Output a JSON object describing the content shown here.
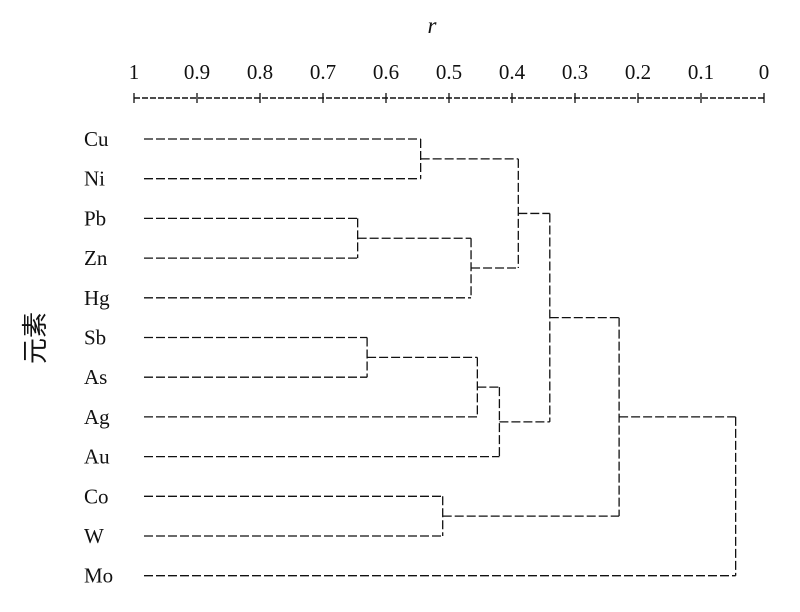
{
  "chart_data": {
    "type": "dendrogram",
    "xlabel": "r",
    "ylabel": "元素",
    "xlim": [
      1,
      0
    ],
    "x_ticks": [
      "1",
      "0.9",
      "0.8",
      "0.7",
      "0.6",
      "0.5",
      "0.4",
      "0.3",
      "0.2",
      "0.1",
      "0"
    ],
    "x_tick_values": [
      1,
      0.9,
      0.8,
      0.7,
      0.6,
      0.5,
      0.4,
      0.3,
      0.2,
      0.1,
      0
    ],
    "leaves": [
      "Cu",
      "Ni",
      "Pb",
      "Zn",
      "Hg",
      "Sb",
      "As",
      "Ag",
      "Au",
      "Co",
      "W",
      "Mo"
    ],
    "merges": [
      {
        "id": "C1",
        "children": [
          "Cu",
          "Ni"
        ],
        "r": 0.545
      },
      {
        "id": "C2",
        "children": [
          "Pb",
          "Zn"
        ],
        "r": 0.645
      },
      {
        "id": "C3",
        "children": [
          "C2",
          "Hg"
        ],
        "r": 0.465
      },
      {
        "id": "C4",
        "children": [
          "C1",
          "C3"
        ],
        "r": 0.39
      },
      {
        "id": "C5",
        "children": [
          "Sb",
          "As"
        ],
        "r": 0.63
      },
      {
        "id": "C6",
        "children": [
          "C5",
          "Ag"
        ],
        "r": 0.455
      },
      {
        "id": "C7",
        "children": [
          "C6",
          "Au"
        ],
        "r": 0.42
      },
      {
        "id": "C8",
        "children": [
          "C4",
          "C7"
        ],
        "r": 0.34
      },
      {
        "id": "C9",
        "children": [
          "Co",
          "W"
        ],
        "r": 0.51
      },
      {
        "id": "C10",
        "children": [
          "C8",
          "C9"
        ],
        "r": 0.23
      },
      {
        "id": "C11",
        "children": [
          "C10",
          "Mo"
        ],
        "r": 0.045
      }
    ]
  }
}
